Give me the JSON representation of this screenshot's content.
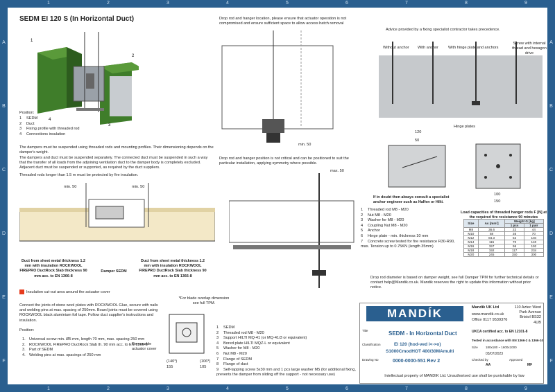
{
  "frame": {
    "columns": [
      "1",
      "2",
      "3",
      "4",
      "5",
      "6",
      "7",
      "8",
      "9"
    ],
    "rows": [
      "A",
      "B",
      "C",
      "D",
      "E",
      "F"
    ]
  },
  "title": "SEDM EI 120 S (In Horizontal Duct)",
  "position_label": "Position:",
  "legend_top": [
    {
      "n": "1",
      "t": "SEDM"
    },
    {
      "n": "2",
      "t": "Duct"
    },
    {
      "n": "3",
      "t": "Fixing profile with threaded rod"
    },
    {
      "n": "4",
      "t": "Connections insulation"
    }
  ],
  "para1": "The dampers must be suspended using threaded rods and mounting profiles. Their dimensioning depends on the damper's weight.",
  "para2": "The dampers and duct must be suspended separately. The connected duct must be suspended in such a way that the transfer of all loads from the adjoining ventilation duct to the damper body is completely excluded. Adjacent duct must be suspended or supported, as required by the duct suppliers.",
  "para3": "Threaded rods longer than 1.5 m must be protected by fire insulation.",
  "section": {
    "min50a": "min. 50",
    "min50b": "min. 50",
    "left_note": "Duct from sheet metal thickness 1.2 mm with insulation ROCKWOOL FIREPRO DuctRock Slab thickness 90 mm acc. to EN 1366-8",
    "center_note": "Damper SEDM",
    "right_note": "Duct from sheet metal thickness 1.2 mm with insulation ROCKWOOL FIREPRO DuctRock Slab thickness 90 mm acc. to EN 1366-8"
  },
  "insulation_note": "Insulation cut-out area around the actuator cover",
  "connect_text": "Connect the joints of stone wool plates with ROCKWOOL Glue, secure with nails and welding pins at max. spacing of 250mm. Board joints must be covered using ROCKWOOL black aluminium foil tape. Follow duct supplier's instructions and insulation.",
  "position_bottom_label": "Position:",
  "legend_bottom": [
    {
      "n": "1.",
      "t": "Universal screw min. Ø5 mm, length 70 mm, max. spacing 250 mm"
    },
    {
      "n": "2.",
      "t": "ROCKWOOL FIREPRO DuctRock Slab th. 90 mm acc. to EN 1366-8"
    },
    {
      "n": "3.",
      "t": "Part of SEDM"
    },
    {
      "n": "4.",
      "t": "Welding pins at max. spacings of 250 mm"
    }
  ],
  "blade_note": "*For blade overlap dimension see full TPM.",
  "removable_cover": "Removable actuator cover",
  "dims": {
    "d1": "(140*)",
    "d2": "155",
    "d3": "(106*)",
    "d4": "105"
  },
  "legend_middle": [
    {
      "n": "1",
      "t": "SEDM"
    },
    {
      "n": "2",
      "t": "Threaded rod M8 - M20"
    },
    {
      "n": "3",
      "t": "Support HILTI MQ-41 (or MQ-41/3 or equivalent)"
    },
    {
      "n": "4",
      "t": "Bored plate HILTI MQZ-L or equivalent"
    },
    {
      "n": "5",
      "t": "Washer for M8 - M20"
    },
    {
      "n": "6",
      "t": "Nut M8 - M20"
    },
    {
      "n": "7",
      "t": "Flange of SEDM"
    },
    {
      "n": "8",
      "t": "Flange of duct"
    },
    {
      "n": "9",
      "t": "Self-tapping screw 5x30 mm and 1 pcs large washer M5 (for additional fixing, prevents the damper from sliding off the support - not necessary use)"
    }
  ],
  "drop_rod_text": "Drop rod and hanger location, please ensure that actuator operation is not compromised and ensure sufficient space to allow access hatch removal",
  "min50_center": "min. 50",
  "drop_rod_text2": "Drop rod and hanger position is not critical and can be positioned to suit the particular installation, applying symmetry where possible.",
  "max50": "max. 50",
  "legend_right": [
    {
      "n": "1",
      "t": "Threaded rod M8 - M20"
    },
    {
      "n": "2",
      "t": "Nut M8 - M20"
    },
    {
      "n": "3",
      "t": "Washer for M8 - M20"
    },
    {
      "n": "4",
      "t": "Coupling Nut M8 - M20"
    },
    {
      "n": "5",
      "t": "Anchor"
    },
    {
      "n": "6",
      "t": "Hinge plate - min. thickness 10 mm"
    },
    {
      "n": "7",
      "t": "Concrete screw tested for fire resistance R30-R90, max. Tension up to 0.75KN (length 35mm)"
    }
  ],
  "advice": "Advice provided by a fixing specialist contractor takes precedence.",
  "anchors": {
    "a1": "Without anchor",
    "a2": "With anchor",
    "a3": "With hinge plate and anchors",
    "a4": "Screw with internal thread and hexagon drive"
  },
  "hinge_plates": "Hinge plates",
  "hinge_dims": {
    "h120": "120",
    "h50": "50",
    "h100": "100",
    "h150": "150"
  },
  "consult": "If in doubt then always consult a specialist anchor engineer such as Halfen or Hilti.",
  "load_title": "Load capacities of threaded hanger rods F [N] at the required fire resistance 90 minutes",
  "load_table": {
    "headers": [
      "Size",
      "As [mm²]",
      "1 pcs",
      "1 pair"
    ],
    "weight_label": "Weight G [kg]",
    "rows": [
      [
        "M8",
        "36.6",
        "22",
        "44"
      ],
      [
        "M10",
        "58",
        "35",
        "70"
      ],
      [
        "M12",
        "84.3",
        "52",
        "104"
      ],
      [
        "M14",
        "115",
        "70",
        "140"
      ],
      [
        "M16",
        "157",
        "96",
        "192"
      ],
      [
        "M18",
        "192",
        "117",
        "234"
      ],
      [
        "M20",
        "245",
        "150",
        "300"
      ]
    ]
  },
  "drop_rod_note": "Drop rod diameter is based on damper weight, see full Damper TPM for further technical details or contact help@Mandik.co.uk. Mandik reserves the right to update this information without prior notice.",
  "title_block": {
    "logo": "MANDÍK",
    "company": "Mandik UK Ltd",
    "address": "110 Aztec West Park Avenue Bristol BS32 4UB",
    "web": "www.mandik.co.uk",
    "phone": "Office 0117 9539376",
    "title_label": "Title",
    "title": "SEDM -  In Horizontal Duct",
    "class_label": "Classification",
    "class1": "EI 120 (hod-ved i<->o)",
    "class2": "S1000CmodHOT 400/30MAmulti",
    "ukca": "UKCA certified acc. to EN 12101-8",
    "tested": "Tested in accordance with EN 1366-2 & 1366-10",
    "size_label": "Size",
    "size": "180x180 ~ 1600x1000",
    "date": "03/07/2023",
    "drawing_label": "Drawing No",
    "drawing": "0000-0000-551  Rev 2",
    "checked_label": "Checked by",
    "checked": "AA",
    "approved_label": "Approved",
    "approved": "MF",
    "ip": "Intellectual property of MANDIK Ltd. Unauthorised use shall be punishable by law"
  },
  "colors": {
    "frame": "#2a5f8f",
    "insulation": "#3f7d2a",
    "accent": "#e63b1d"
  }
}
